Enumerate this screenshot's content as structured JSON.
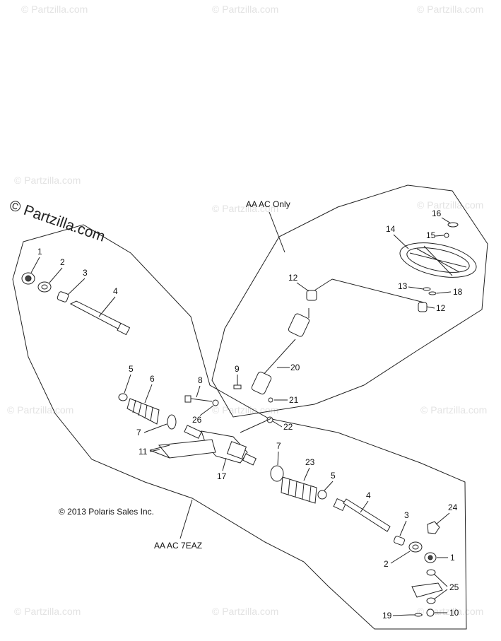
{
  "watermark": {
    "text": "© Partzilla.com"
  },
  "brand_watermark": "© Partzilla.com",
  "group_labels": {
    "upper": "AA AC Only",
    "lower": "AA AC 7EAZ"
  },
  "copyright": "© 2013 Polaris Sales Inc.",
  "callouts": [
    "1",
    "2",
    "3",
    "4",
    "5",
    "6",
    "7",
    "8",
    "9",
    "20",
    "21",
    "12",
    "13",
    "14",
    "15",
    "16",
    "18",
    "12",
    "26",
    "22",
    "11",
    "17",
    "7",
    "23",
    "5",
    "4",
    "3",
    "24",
    "1",
    "2",
    "25",
    "10",
    "19"
  ]
}
